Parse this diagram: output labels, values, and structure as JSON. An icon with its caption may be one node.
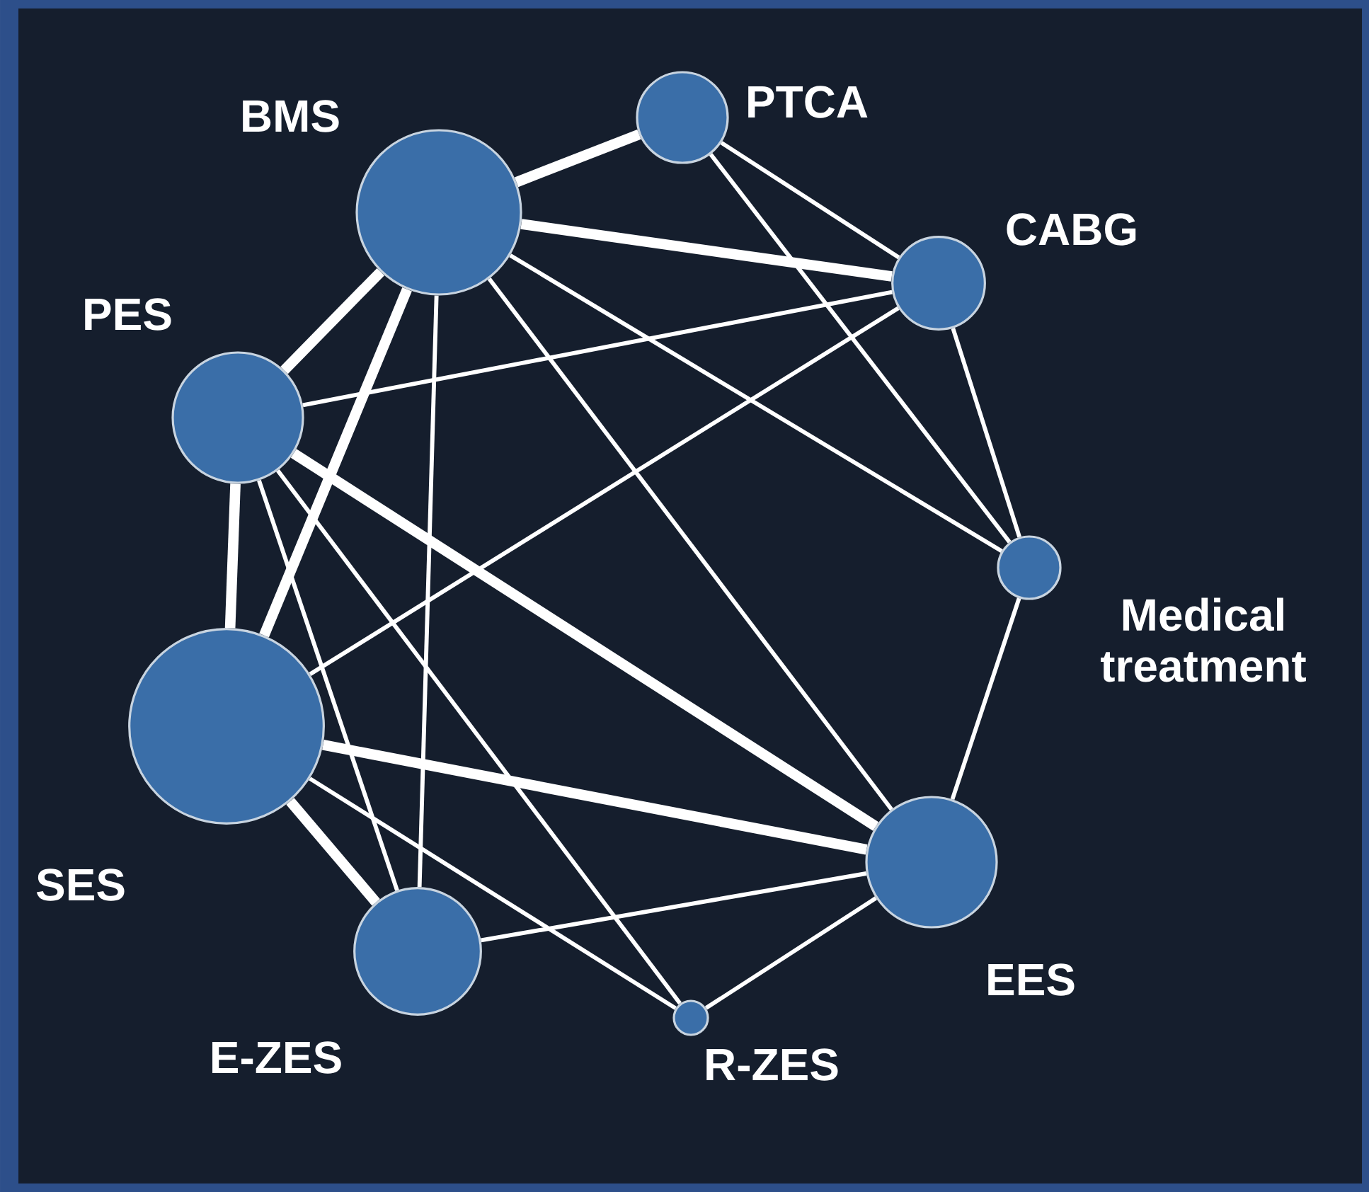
{
  "diagram": {
    "nodes": [
      {
        "text": [
          "BMS"
        ]
      },
      {
        "text": [
          "PTCA"
        ]
      },
      {
        "text": [
          "CABG"
        ]
      },
      {
        "text": [
          "Medical treatment"
        ]
      },
      {
        "text": [
          "EES"
        ]
      },
      {
        "text": [
          "R-ZES"
        ]
      },
      {
        "text": [
          "E-ZES"
        ]
      },
      {
        "text": [
          "SES"
        ]
      },
      {
        "text": [
          "PES"
        ]
      }
    ],
    "edges": [
      {
        "from": 0,
        "to": 1,
        "arrow": "none",
        "style": "thick"
      },
      {
        "from": 0,
        "to": 2,
        "arrow": "none",
        "style": "thick"
      },
      {
        "from": 0,
        "to": 3,
        "arrow": "none"
      },
      {
        "from": 0,
        "to": 4,
        "arrow": "none"
      },
      {
        "from": 0,
        "to": 6,
        "arrow": "none"
      },
      {
        "from": 0,
        "to": 7,
        "arrow": "none",
        "style": "thick"
      },
      {
        "from": 0,
        "to": 8,
        "arrow": "none",
        "style": "thick"
      },
      {
        "from": 1,
        "to": 2,
        "arrow": "none"
      },
      {
        "from": 1,
        "to": 3,
        "arrow": "none"
      },
      {
        "from": 2,
        "to": 3,
        "arrow": "none"
      },
      {
        "from": 2,
        "to": 7,
        "arrow": "none"
      },
      {
        "from": 2,
        "to": 8,
        "arrow": "none"
      },
      {
        "from": 3,
        "to": 4,
        "arrow": "none"
      },
      {
        "from": 4,
        "to": 5,
        "arrow": "none"
      },
      {
        "from": 4,
        "to": 6,
        "arrow": "none"
      },
      {
        "from": 4,
        "to": 7,
        "arrow": "none",
        "style": "thick"
      },
      {
        "from": 4,
        "to": 8,
        "arrow": "none",
        "style": "thick"
      },
      {
        "from": 5,
        "to": 7,
        "arrow": "none"
      },
      {
        "from": 5,
        "to": 8,
        "arrow": "none"
      },
      {
        "from": 6,
        "to": 7,
        "arrow": "none",
        "style": "thick"
      },
      {
        "from": 6,
        "to": 8,
        "arrow": "none"
      },
      {
        "from": 7,
        "to": 8,
        "arrow": "none",
        "style": "thick"
      }
    ]
  }
}
